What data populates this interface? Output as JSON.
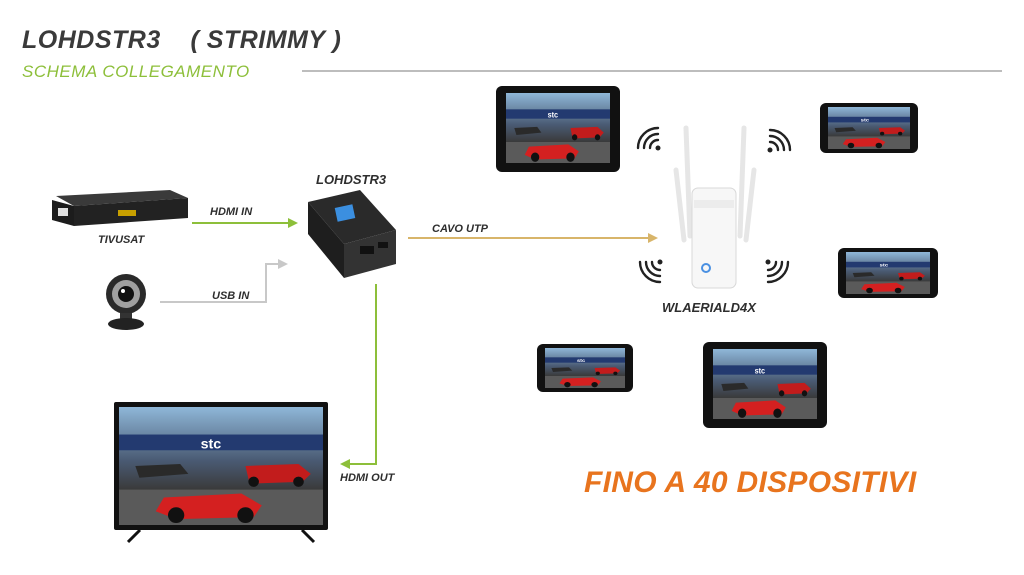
{
  "header": {
    "title": "LOHDSTR3    ( STRIMMY )",
    "subtitle": "SCHEMA COLLEGAMENTO"
  },
  "devices": {
    "decoder": "TIVUSAT",
    "encoder": "LOHDSTR3",
    "repeater": "WLAERIALD4X"
  },
  "connections": {
    "hdmi_in": "HDMI IN",
    "usb_in": "USB IN",
    "utp": "CAVO UTP",
    "hdmi_out": "HDMI OUT"
  },
  "footer": {
    "max_devices": "FINO A 40 DISPOSITIVI"
  },
  "colors": {
    "accent_green": "#8dbf3a",
    "cable_tan": "#d8b56a",
    "usb_gray": "#c8c8c8",
    "orange": "#e8741e"
  }
}
